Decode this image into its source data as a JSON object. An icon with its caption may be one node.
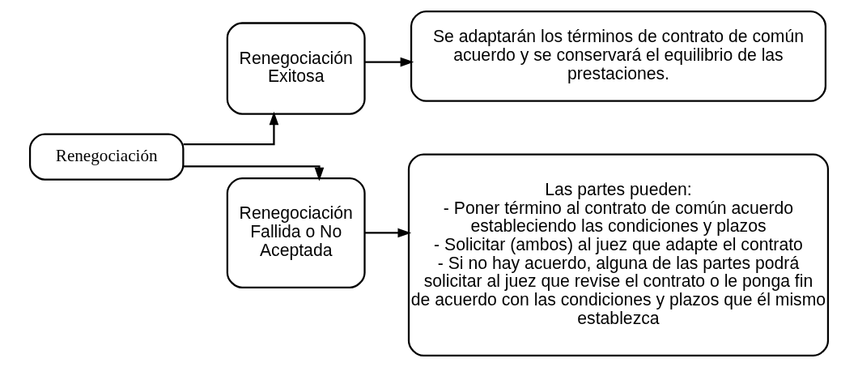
{
  "diagram": {
    "nodes": [
      {
        "text": [
          "Renegociación"
        ]
      },
      {
        "text": [
          "Renegociación Exitosa"
        ]
      },
      {
        "text": [
          "Se adaptarán los términos de contrato de común acuerdo y se conservará el equilibrio de las prestaciones."
        ]
      },
      {
        "text": [
          "Renegociación Fallida o No Aceptada"
        ]
      },
      {
        "text": [
          "Las partes pueden:",
          "- Poner término al contrato de común acuerdo estableciendo las condiciones y plazos",
          "- Solicitar (ambos) al juez que adapte el contrato",
          "- Si no hay acuerdo, alguna de las partes podrá solicitar al juez que revise el contrato o le ponga fin de acuerdo con las condiciones y plazos que él mismo establezca"
        ]
      }
    ],
    "edges": [
      {
        "from": 0,
        "to": 1,
        "arrow": "to"
      },
      {
        "from": 0,
        "to": 3,
        "arrow": "to"
      },
      {
        "from": 1,
        "to": 2,
        "arrow": "to"
      },
      {
        "from": 3,
        "to": 4,
        "arrow": "to"
      }
    ]
  }
}
